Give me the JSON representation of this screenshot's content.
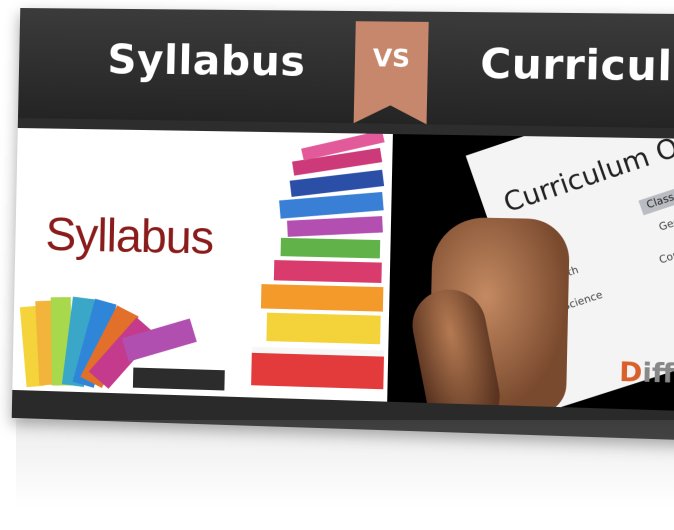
{
  "header": {
    "left_title": "Syllabus",
    "vs": "VS",
    "right_title": "Curriculum"
  },
  "left_panel": {
    "word": "Syllabus"
  },
  "right_panel": {
    "doc_title": "Curriculum Overvie",
    "table": {
      "col_head": "Class Eight",
      "rows": [
        {
          "subject": "Math",
          "topic": "Geometry"
        },
        {
          "subject": "Science",
          "topic": "Conceptual Physic"
        }
      ]
    },
    "logo_first": "D",
    "logo_rest": "iffz"
  },
  "colors": {
    "header_bg": "#2f2f2f",
    "ribbon": "#c7876c",
    "syllabus_red": "#8a1c1c",
    "logo_orange": "#d9602a"
  }
}
